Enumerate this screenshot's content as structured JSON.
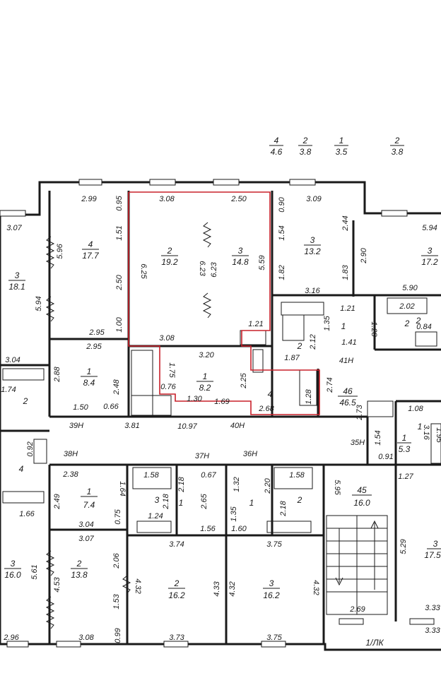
{
  "colors": {
    "highlight": "#c8202a",
    "line": "#1a1a1a",
    "background": "#ffffff"
  },
  "top_rooms": [
    {
      "num": "4",
      "area": "4.6"
    },
    {
      "num": "2",
      "area": "3.8"
    },
    {
      "num": "1",
      "area": "3.5"
    },
    {
      "num": "2",
      "area": "3.8"
    }
  ],
  "rooms": [
    {
      "num": "4",
      "area": "17.7"
    },
    {
      "num": "3",
      "area": "18.1"
    },
    {
      "num": "2",
      "area": "19.2"
    },
    {
      "num": "3",
      "area": "14.8"
    },
    {
      "num": "3",
      "area": "13.2"
    },
    {
      "num": "3",
      "area": "17.2"
    },
    {
      "num": "1",
      "area": "8.4"
    },
    {
      "num": "1",
      "area": "8.2"
    },
    {
      "num": "46",
      "area": "46.5"
    },
    {
      "num": "1",
      "area": "5.3"
    },
    {
      "num": "1",
      "area": "7.4"
    },
    {
      "num": "2",
      "area": "13.8"
    },
    {
      "num": "3",
      "area": "16.0"
    },
    {
      "num": "2",
      "area": "16.2"
    },
    {
      "num": "3",
      "area": "16.2"
    },
    {
      "num": "45",
      "area": "16.0"
    },
    {
      "num": "3",
      "area": "17.5"
    }
  ],
  "small_nums": [
    "2",
    "2",
    "4",
    "2",
    "1",
    "4",
    "3",
    "1",
    "1",
    "2",
    "1",
    "2"
  ],
  "dims": [
    "2.99",
    "0.95",
    "3.08",
    "2.50",
    "0.90",
    "3.09",
    "3.07",
    "5.96",
    "1.51",
    "6.25",
    "6.23",
    "6.23",
    "5.59",
    "1.54",
    "2.44",
    "5.94",
    "2.90",
    "5.94",
    "2.50",
    "1.82",
    "1.83",
    "5.90",
    "3.16",
    "2.02",
    "1.21",
    "1.28",
    "0.84",
    "1.00",
    "2.95",
    "2.95",
    "3.08",
    "1.21",
    "1.35",
    "2.12",
    "1.41",
    "1.87",
    "3.20",
    "3.04",
    "2.88",
    "1.75",
    "2.25",
    "2.74",
    "1.74",
    "2.48",
    "0.76",
    "1.30",
    "1.69",
    "2.68",
    "1.28",
    "1.50",
    "0.66",
    "3.81",
    "10.97",
    "2.73",
    "1.08",
    "1.54",
    "3.16",
    "1.95",
    "0.92",
    "0.91",
    "1.27",
    "2.38",
    "1.58",
    "2.18",
    "0.67",
    "1.32",
    "2.20",
    "1.58",
    "2.49",
    "1.64",
    "2.18",
    "2.65",
    "1.35",
    "2.18",
    "5.95",
    "1.66",
    "1.24",
    "0.75",
    "1.56",
    "1.60",
    "3.04",
    "3.07",
    "3.74",
    "3.75",
    "2.06",
    "5.29",
    "5.61",
    "4.53",
    "4.32",
    "4.33",
    "4.32",
    "4.32",
    "1.53",
    "2.69",
    "3.33",
    "2.96",
    "3.08",
    "0.99",
    "3.73",
    "3.75",
    "3.33"
  ],
  "corridors": [
    "41Н",
    "39Н",
    "40Н",
    "35Н",
    "38Н",
    "37Н",
    "36Н"
  ],
  "stair_label": "1/ЛК"
}
